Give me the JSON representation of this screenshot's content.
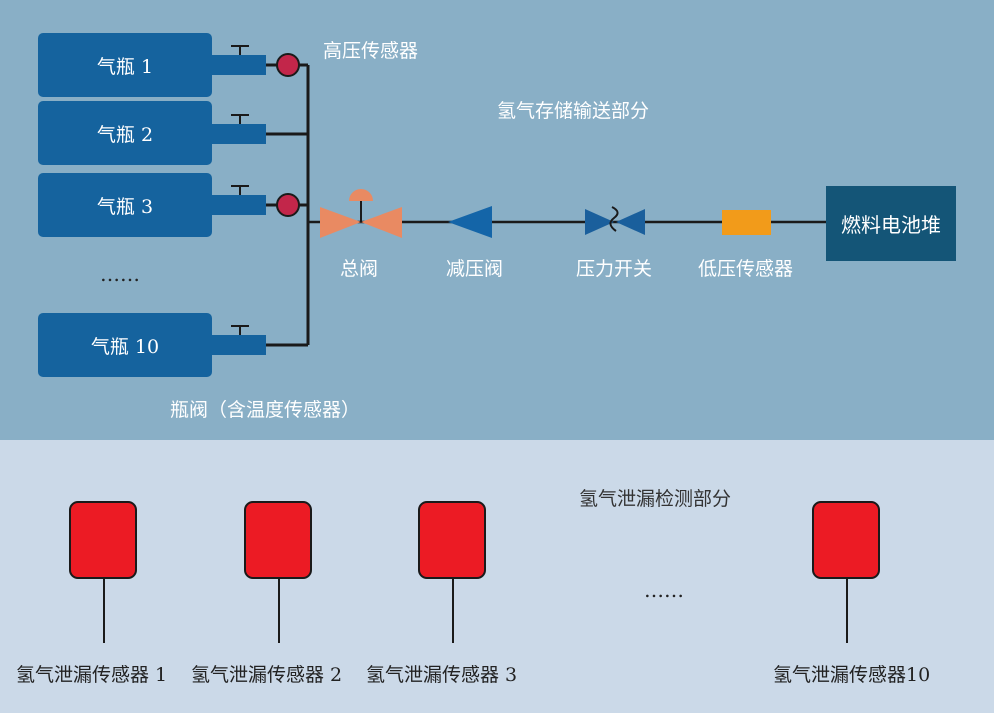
{
  "colors": {
    "top_bg": "#89afc6",
    "bottom_bg": "#cbd9e8",
    "cylinder": "#15639e",
    "fuel_stack": "#145577",
    "pipe": "#1a1a1a",
    "high_sensor": "#c2264a",
    "main_valve": "#e98a62",
    "reducer": "#1465a8",
    "pressure_switch": "#1a5f9c",
    "low_sensor": "#f29b1a",
    "leak_sensor": "#ec1b24"
  },
  "storage": {
    "title": "氢气存储输送部分",
    "cylinders": [
      "气瓶 1",
      "气瓶 2",
      "气瓶 3",
      "气瓶 10"
    ],
    "ellipsis": "……",
    "high_pressure_sensor_label": "高压传感器",
    "bottle_valve_label": "瓶阀（含温度传感器）",
    "main_valve_label": "总阀",
    "reducer_label": "减压阀",
    "pressure_switch_label": "压力开关",
    "low_pressure_sensor_label": "低压传感器",
    "fuel_cell_label": "燃料电池堆"
  },
  "leak": {
    "title": "氢气泄漏检测部分",
    "ellipsis": "……",
    "sensors": [
      "氢气泄漏传感器 1",
      "氢气泄漏传感器 2",
      "氢气泄漏传感器 3",
      "氢气泄漏传感器10"
    ]
  }
}
